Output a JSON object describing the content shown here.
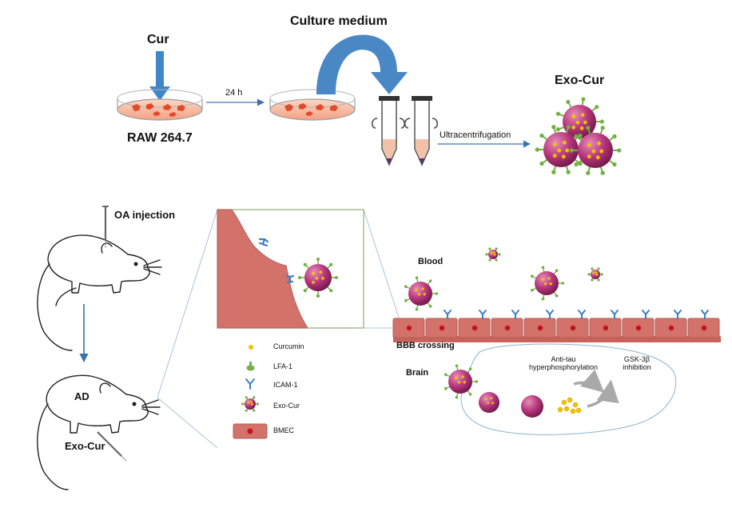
{
  "top": {
    "cur": "Cur",
    "time": "24 h",
    "cell_line": "RAW 264.7",
    "culture_medium": "Culture medium",
    "ultracentrifugation": "Ultracentrifugation",
    "product": "Exo-Cur"
  },
  "mice": {
    "oa_injection": "OA injection",
    "ad": "AD",
    "exo_cur": "Exo-Cur"
  },
  "legend": {
    "curcumin": "Curcumin",
    "lfa1": "LFA-1",
    "icam1": "ICAM-1",
    "exo_cur": "Exo-Cur",
    "bmec": "BMEC"
  },
  "bbb": {
    "blood": "Blood",
    "crossing": "BBB crossing",
    "brain": "Brain",
    "anti_tau_line1": "Anti-tau",
    "anti_tau_line2": "hyperphosphorylation",
    "gsk_line1": "GSK-3β",
    "gsk_line2": "inhibition"
  },
  "colors": {
    "exosome": "#b5347a",
    "curcumin": "#f2c200",
    "lfa1": "#72b043",
    "icam1": "#3d7fc1",
    "bmec": "#d2726a",
    "arrow_blue": "#3a73b0"
  }
}
